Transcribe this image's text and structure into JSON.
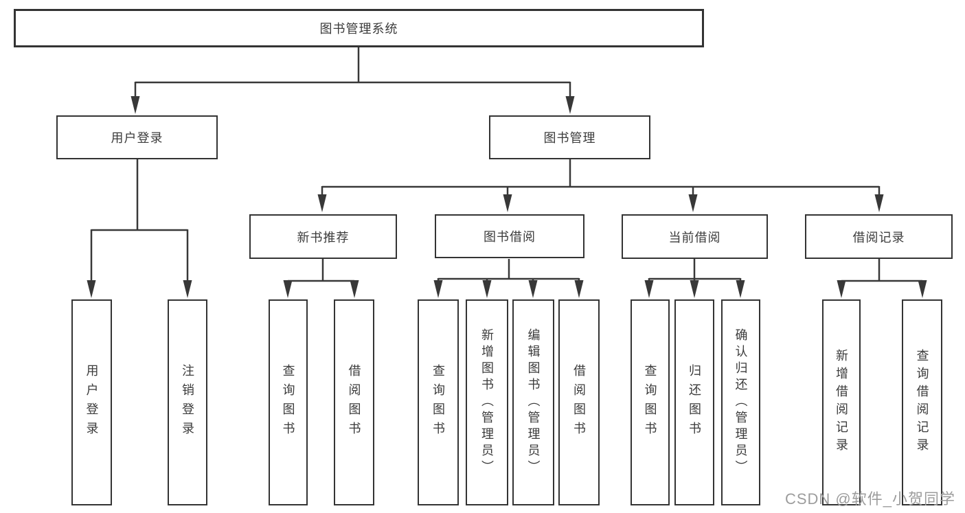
{
  "tree": {
    "label": "图书管理系统",
    "children": [
      {
        "label": "用户登录",
        "children": [
          {
            "label": "用户登录"
          },
          {
            "label": "注销登录"
          }
        ]
      },
      {
        "label": "图书管理",
        "children": [
          {
            "label": "新书推荐",
            "children": [
              {
                "label": "查询图书"
              },
              {
                "label": "借阅图书"
              }
            ]
          },
          {
            "label": "图书借阅",
            "children": [
              {
                "label": "查询图书"
              },
              {
                "label": "新增图书（管理员）"
              },
              {
                "label": "编辑图书（管理员）"
              },
              {
                "label": "借阅图书"
              }
            ]
          },
          {
            "label": "当前借阅",
            "children": [
              {
                "label": "查询图书"
              },
              {
                "label": "归还图书"
              },
              {
                "label": "确认归还（管理员）"
              }
            ]
          },
          {
            "label": "借阅记录",
            "children": [
              {
                "label": "新增借阅记录"
              },
              {
                "label": "查询借阅记录"
              }
            ]
          }
        ]
      }
    ]
  },
  "watermark": {
    "text": "CSDN @软件_小贺同学"
  },
  "colors": {
    "line": "#383838",
    "border": "#333333",
    "text": "#3b3b3b",
    "watermark_text": "#9c9c9c",
    "background": "#ffffff"
  }
}
